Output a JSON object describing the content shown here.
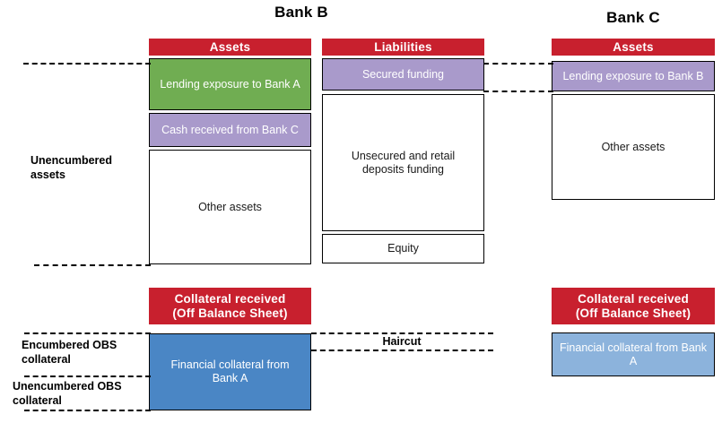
{
  "figure": {
    "banks": [
      {
        "id": "bank-b",
        "title": "Bank B"
      },
      {
        "id": "bank-c",
        "title": "Bank C"
      }
    ],
    "colors": {
      "header_red": "#C8202E",
      "lending_green": "#70AD52",
      "secured_purple": "#A99ACB",
      "collateral_blue_dark": "#4A86C5",
      "collateral_blue_light": "#8CB3DC",
      "outline_black": "#000000",
      "background_white": "#FFFFFF"
    },
    "bank_b": {
      "assets": {
        "header": "Assets",
        "items": [
          {
            "label": "Lending exposure to Bank A",
            "fill": "green"
          },
          {
            "label": "Cash received from Bank C",
            "fill": "purple"
          },
          {
            "label": "Other assets",
            "fill": "white"
          }
        ]
      },
      "liabilities": {
        "header": "Liabilities",
        "items": [
          {
            "label": "Secured funding",
            "fill": "purple"
          },
          {
            "label": "Unsecured and retail deposits funding",
            "fill": "white"
          },
          {
            "label": "Equity",
            "fill": "white"
          }
        ]
      },
      "obs": {
        "header": "Collateral received (Off Balance Sheet)",
        "header_line1": "Collateral received",
        "header_line2": "(Off Balance Sheet)",
        "items": [
          {
            "label": "Financial collateral from Bank A",
            "fill": "blue-dark"
          }
        ]
      }
    },
    "bank_c": {
      "assets": {
        "header": "Assets",
        "items": [
          {
            "label": "Lending exposure to Bank B",
            "fill": "purple"
          },
          {
            "label": "Other assets",
            "fill": "white"
          }
        ]
      },
      "obs": {
        "header": "Collateral received (Off Balance Sheet)",
        "header_line1": "Collateral received",
        "header_line2": "(Off Balance Sheet)",
        "items": [
          {
            "label": "Financial collateral from Bank A",
            "fill": "blue-light"
          }
        ]
      }
    },
    "annotations": {
      "unencumbered_assets": "Unencumbered assets",
      "unencumbered_assets_line1": "Unencumbered",
      "unencumbered_assets_line2": "assets",
      "encumbered_obs": "Encumbered OBS collateral",
      "encumbered_obs_line1": "Encumbered OBS",
      "encumbered_obs_line2": "collateral",
      "unencumbered_obs": "Unencumbered OBS collateral",
      "unencumbered_obs_line1": "Unencumbered OBS",
      "unencumbered_obs_line2": "collateral",
      "haircut": "Haircut"
    }
  }
}
